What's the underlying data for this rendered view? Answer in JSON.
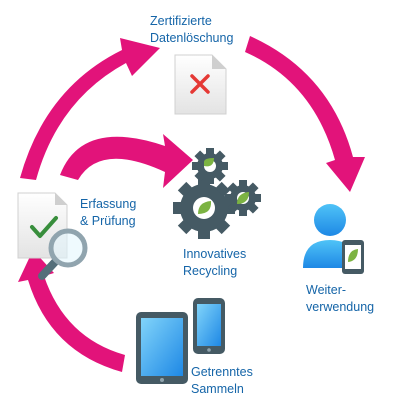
{
  "stages": {
    "certified_deletion": {
      "line1": "Zertifizierte",
      "line2": "Datenlöschung",
      "icon": "document-x-icon"
    },
    "capture_check": {
      "line1": "Erfassung",
      "line2": "& Prüfung",
      "icon": "document-check-magnifier-icon"
    },
    "innovative_recycling": {
      "line1": "Innovatives",
      "line2": "Recycling",
      "icon": "gears-leaf-icon"
    },
    "reuse": {
      "line1": "Weiter-",
      "line2": "verwendung",
      "icon": "person-phone-leaf-icon"
    },
    "separate_collection": {
      "line1": "Getrenntes",
      "line2": "Sammeln",
      "icon": "tablet-phone-icon"
    }
  },
  "colors": {
    "arrow": "#e2137a",
    "label": "#1565a8",
    "blue_light": "#4fc3f7",
    "blue_mid": "#1e88e5",
    "device_dark": "#455a64",
    "gear": "#455a64",
    "leaf": "#7cb342",
    "check": "#388e3c",
    "cross": "#e53935"
  }
}
